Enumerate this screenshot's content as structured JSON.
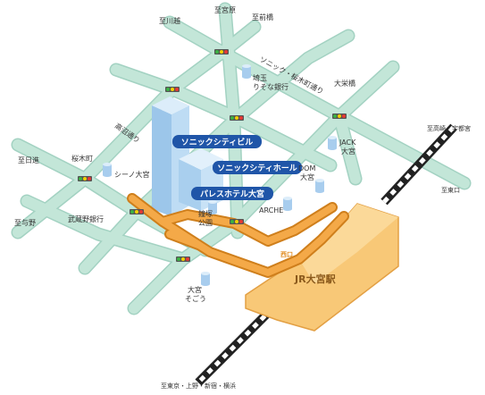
{
  "labels": {
    "to_kawagoe": "至川越",
    "to_miyahara": "至宮原",
    "to_maebashi": "至前橋",
    "to_nisshin": "至日進",
    "sakuragicho": "桜木町",
    "to_yono": "至与野",
    "musashino_bank": "武蔵野銀行",
    "cino_omiya": "シーノ大宮",
    "resona_line1": "埼玉",
    "resona_line2": "りそな銀行",
    "road_top": "ソニック・桜木町通り",
    "road_left": "高沼通り",
    "daiei_bridge": "大栄橋",
    "jack_line1": "JACK",
    "jack_line2": "大宮",
    "dom_line1": "DOM",
    "dom_line2": "大宮",
    "arche": "ARCHE",
    "park_line1": "鐘塚",
    "park_line2": "公園",
    "sogo_line1": "大宮",
    "sogo_line2": "そごう",
    "to_takasaki_utsunomiya": "至高崎・宇都宮",
    "to_east_exit": "至東口",
    "to_tokyo": "至東京・上野・新宿・横浜",
    "west_exit": "西口"
  },
  "landmarks": {
    "sonic_city_building": "ソニックシティビル",
    "sonic_city_hall": "ソニックシティホール",
    "palace_hotel": "パレスホテル大宮",
    "station": "JR大宮駅"
  },
  "icons": {
    "traffic_light": "traffic-light-icon",
    "building": "building-icon",
    "railway": "railway-track-icon"
  },
  "colors": {
    "road": "#c3e6d8",
    "road_edge": "#a3d2c2",
    "deck": "#f4a948",
    "deck_edge": "#cf7f1c",
    "station": "#f8c877",
    "station_edge": "#e3a044",
    "label_box": "#1f55a8",
    "tower_left": "#9cc6ea",
    "tower_right": "#bedcf4",
    "tower_top": "#dcedfa"
  }
}
